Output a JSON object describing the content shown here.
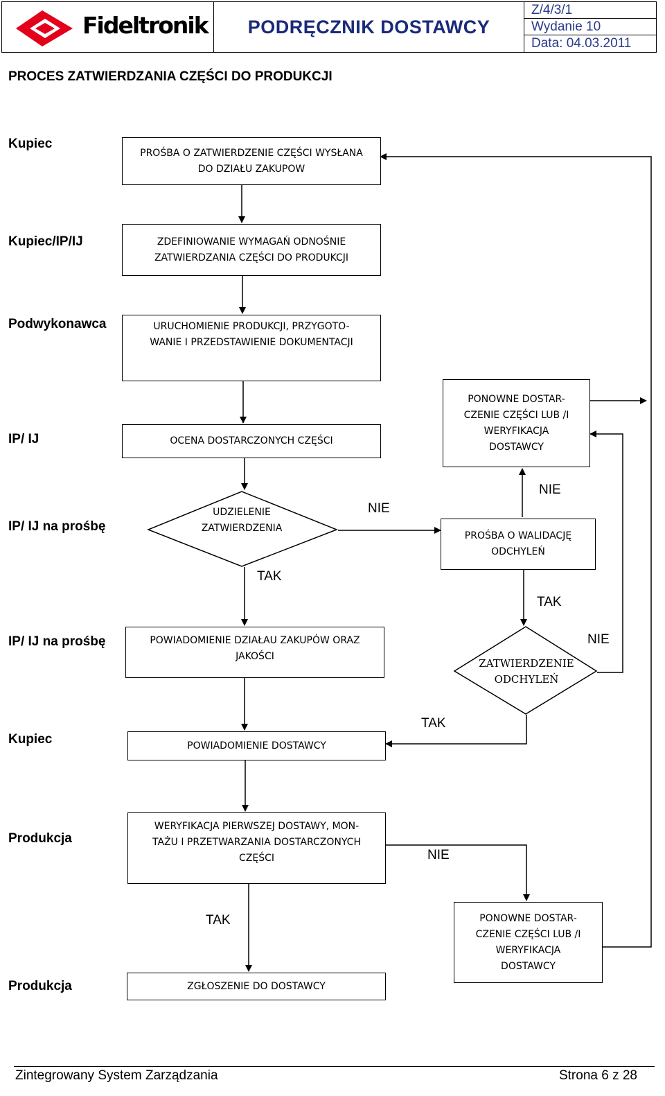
{
  "header": {
    "brand": "Fideltronik",
    "manual_title": "PODRĘCZNIK DOSTAWCY",
    "code": "Z/4/3/1",
    "edition": "Wydanie 10",
    "date": "Data: 04.03.2011"
  },
  "document_title": "PROCES ZATWIERDZANIA CZĘŚCI DO PRODUKCJI",
  "roles": [
    "Kupiec",
    "Kupiec/IP/IJ",
    "Podwykonawca",
    "IP/ IJ",
    "IP/ IJ na prośbę",
    "IP/ IJ na prośbę",
    "Kupiec",
    "Produkcja",
    "Produkcja"
  ],
  "boxes": {
    "request": [
      "PROŚBA O ZATWIERDZENIE CZĘŚCI WYSŁANA",
      "DO DZIAŁU ZAKUPOW"
    ],
    "define": [
      "ZDEFINIOWANIE WYMAGAŃ ODNOŚNIE",
      "ZATWIERDZANIA CZĘŚCI DO PRODUKCJI"
    ],
    "start": [
      "URUCHOMIENIE PRODUKCJI, PRZYGOTO-",
      "WANIE I PRZEDSTAWIENIE DOKUMENTACJI"
    ],
    "evaluate": "OCENA DOSTARCZONYCH CZĘŚCI",
    "redeliver_top": [
      "PONOWNE DOSTAR-",
      "CZENIE CZĘŚCI LUB /I",
      "WERYFIKACJA",
      "DOSTAWCY"
    ],
    "approval": [
      "UDZIELENIE",
      "ZATWIERDZENIA"
    ],
    "deviation_request": [
      "PROŚBA O WALIDACJĘ",
      "ODCHYLEŃ"
    ],
    "notify_dept": [
      "POWIADOMIENIE DZIAŁAU ZAKUPÓW ORAZ",
      "JAKOŚCI"
    ],
    "deviation_approval": [
      "ZATWIERDZENIE",
      "ODCHYLEŃ"
    ],
    "notify_supplier": "POWIADOMIENIE DOSTAWCY",
    "verify_first": [
      "WERYFIKACJA PIERWSZEJ DOSTAWY, MON-",
      "TAŻU I PRZETWARZANIA DOSTARCZONYCH",
      "CZĘŚCI"
    ],
    "redeliver_bottom": [
      "PONOWNE DOSTAR-",
      "CZENIE CZĘŚCI LUB /I",
      "WERYFIKACJA",
      "DOSTAWCY"
    ],
    "delivery_report": "ZGŁOSZENIE DO DOSTAWCY"
  },
  "labels": {
    "nie_1": "NIE",
    "nie_2": "NIE",
    "tak_1": "TAK",
    "tak_2": "TAK",
    "nie_3": "NIE",
    "tak_3": "TAK",
    "nie_4": "NIE",
    "tak_4": "TAK"
  },
  "footer": {
    "system": "Zintegrowany System Zarządzania",
    "page": "Strona 6 z 28"
  },
  "colors": {
    "logo_red": "#e3001b",
    "title_blue": "#1a2a7a"
  }
}
